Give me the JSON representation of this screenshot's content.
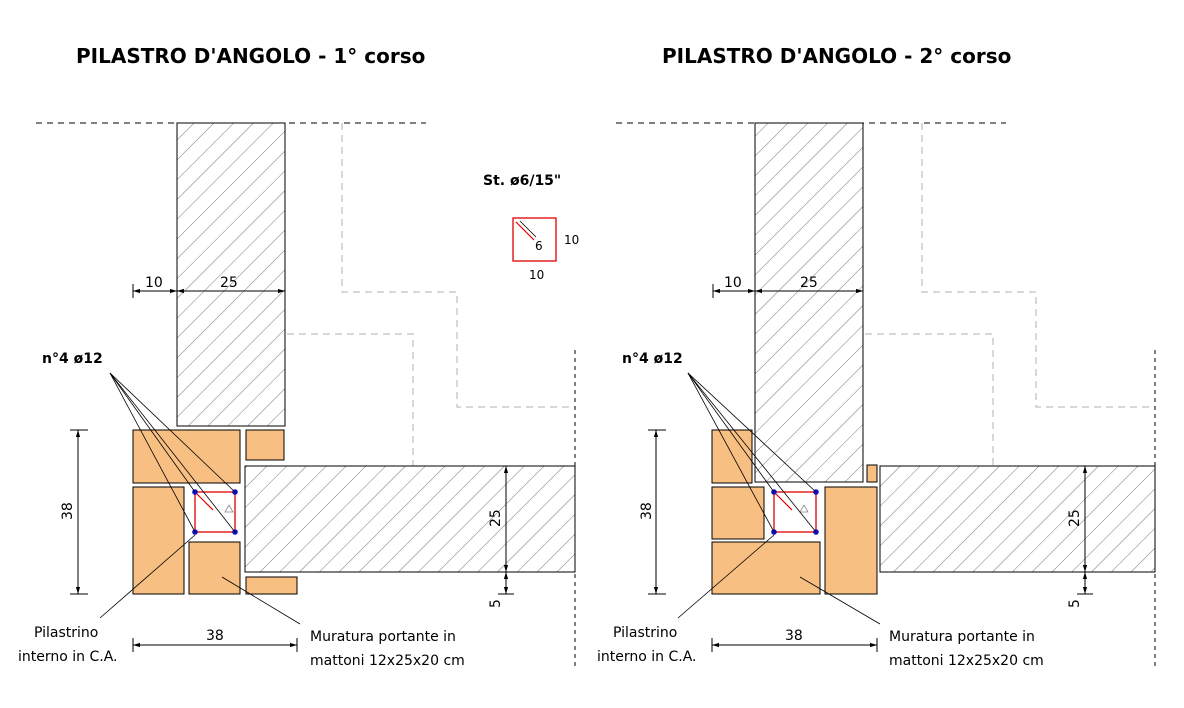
{
  "left": {
    "title": "PILASTRO D'ANGOLO - 1° corso",
    "dim_10": "10",
    "dim_25_top": "25",
    "dim_38_vertical": "38",
    "dim_38_horizontal": "38",
    "dim_25_right": "25",
    "dim_5": "5",
    "rebar_label": "n°4 ø12",
    "pillar_label_line1": "Pilastrino",
    "pillar_label_line2": "interno in C.A.",
    "masonry_label_line1": "Muratura portante in",
    "masonry_label_line2": "mattoni 12x25x20 cm"
  },
  "stirrup": {
    "label": "St. ø6/15\"",
    "hook": "6",
    "side_right": "10",
    "side_bottom": "10"
  },
  "right": {
    "title": "PILASTRO D'ANGOLO - 2° corso",
    "dim_10": "10",
    "dim_25_top": "25",
    "dim_38_vertical": "38",
    "dim_38_horizontal": "38",
    "dim_25_right": "25",
    "dim_5": "5",
    "rebar_label": "n°4 ø12",
    "pillar_label_line1": "Pilastrino",
    "pillar_label_line2": "interno in C.A.",
    "masonry_label_line1": "Muratura portante in",
    "masonry_label_line2": "mattoni 12x25x20 cm"
  },
  "colors": {
    "brick": "#f8bf82",
    "stirrup": "#e00000",
    "rebar": "#1010c0",
    "hidden_line": "#b0b0b0"
  }
}
